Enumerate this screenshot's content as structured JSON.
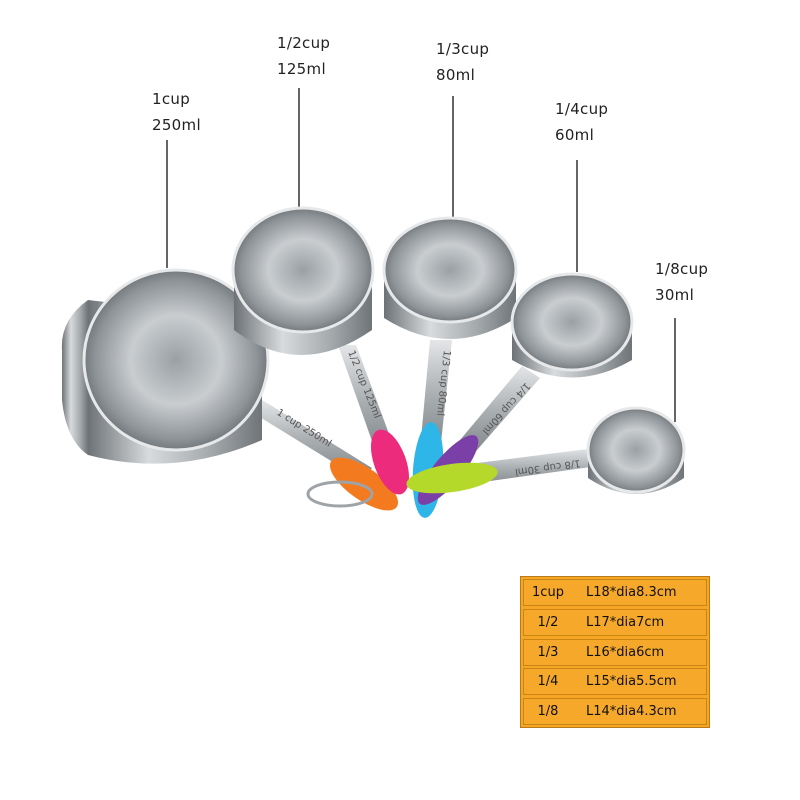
{
  "labels": [
    {
      "cup": "1cup",
      "ml": "250ml"
    },
    {
      "cup": "1/2cup",
      "ml": "125ml"
    },
    {
      "cup": "1/3cup",
      "ml": "80ml"
    },
    {
      "cup": "1/4cup",
      "ml": "60ml"
    },
    {
      "cup": "1/8cup",
      "ml": "30ml"
    }
  ],
  "handle_engravings": [
    "1 cup 250ml",
    "1/2 cup 125ml",
    "1/3 cup 80ml",
    "1/4 cup 60ml",
    "1/8 cup 30ml"
  ],
  "spec_table": {
    "rows": [
      {
        "size": "1cup",
        "dims": "L18*dia8.3cm"
      },
      {
        "size": "1/2",
        "dims": "L17*dia7cm"
      },
      {
        "size": "1/3",
        "dims": "L16*dia6cm"
      },
      {
        "size": "1/4",
        "dims": "L15*dia5.5cm"
      },
      {
        "size": "1/8",
        "dims": "L14*dia4.3cm"
      }
    ]
  },
  "colors": {
    "table_bg": "#f6a623",
    "grip_orange": "#f47a1f",
    "grip_pink": "#ec2b7c",
    "grip_blue": "#2fb6e8",
    "grip_purple": "#7b3fa8",
    "grip_lime": "#b4d92a",
    "steel": "#b8bcbf"
  }
}
